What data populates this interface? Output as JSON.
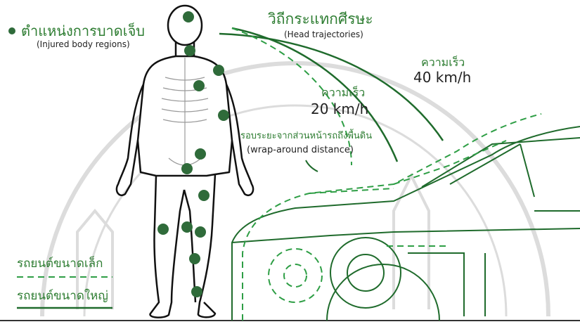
{
  "legend_injury": {
    "title": "ตำแหน่งการบาดเจ็บ",
    "subtitle": "(Injured body regions)"
  },
  "head_trajectory": {
    "title": "วิถีกระแทกศีรษะ",
    "subtitle": "(Head trajectories)"
  },
  "speed_high": {
    "label": "ความเร็ว",
    "value": "40 km/h"
  },
  "speed_low": {
    "label": "ความเร็ว",
    "value": "20 km/h"
  },
  "wrap_around": {
    "title": "รอบระยะจากส่วนหน้ารถถึงพื้นดิน",
    "subtitle": "(wrap-around distance)"
  },
  "vehicle_legend": {
    "small_car": "รถยนต์ขนาดเล็ก",
    "large_car": "รถยนต์ขนาดใหญ่"
  },
  "colors": {
    "accent": "#2e7d32",
    "dot": "#2f6b3a",
    "outline": "#111111",
    "watermark": "#d9d9d9"
  }
}
